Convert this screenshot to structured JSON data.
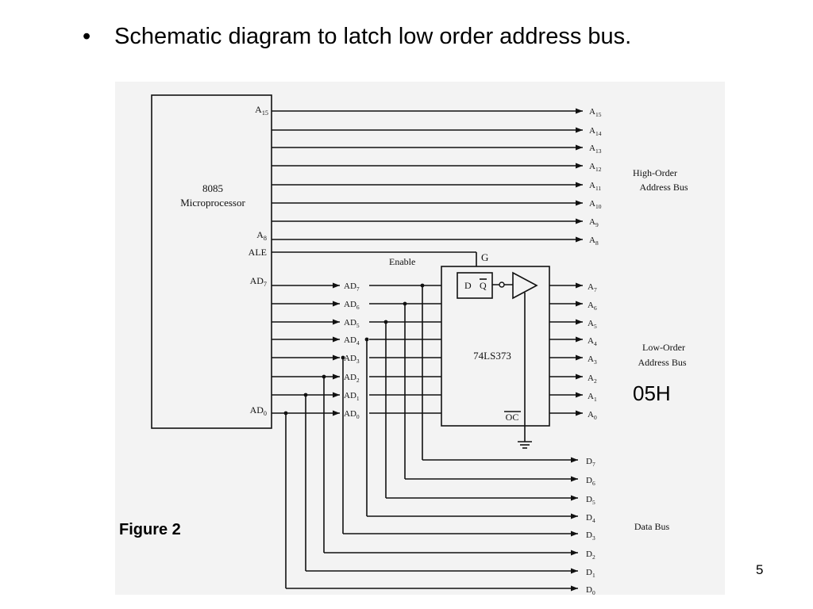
{
  "slide": {
    "bullet": "•",
    "title": "Schematic diagram to latch low order address bus.",
    "figure_label": "Figure 2",
    "note": "05H",
    "page_number": "5"
  },
  "schematic": {
    "cpu": {
      "line1": "8085",
      "line2": "Microprocessor"
    },
    "cpu_pins": [
      "A",
      "15",
      "A",
      "8",
      "ALE",
      "AD",
      "7",
      "AD",
      "0"
    ],
    "high_lines": [
      {
        "b": "A",
        "s": "15"
      },
      {
        "b": "A",
        "s": "14"
      },
      {
        "b": "A",
        "s": "13"
      },
      {
        "b": "A",
        "s": "12"
      },
      {
        "b": "A",
        "s": "11"
      },
      {
        "b": "A",
        "s": "10"
      },
      {
        "b": "A",
        "s": "9"
      },
      {
        "b": "A",
        "s": "8"
      }
    ],
    "ad_labels": [
      {
        "b": "AD",
        "s": "7"
      },
      {
        "b": "AD",
        "s": "6"
      },
      {
        "b": "AD",
        "s": "5"
      },
      {
        "b": "AD",
        "s": "4"
      },
      {
        "b": "AD",
        "s": "3"
      },
      {
        "b": "AD",
        "s": "2"
      },
      {
        "b": "AD",
        "s": "1"
      },
      {
        "b": "AD",
        "s": "0"
      }
    ],
    "low_outputs": [
      {
        "b": "A",
        "s": "7"
      },
      {
        "b": "A",
        "s": "6"
      },
      {
        "b": "A",
        "s": "5"
      },
      {
        "b": "A",
        "s": "4"
      },
      {
        "b": "A",
        "s": "3"
      },
      {
        "b": "A",
        "s": "2"
      },
      {
        "b": "A",
        "s": "1"
      },
      {
        "b": "A",
        "s": "0"
      }
    ],
    "data_lines": [
      {
        "b": "D",
        "s": "7"
      },
      {
        "b": "D",
        "s": "6"
      },
      {
        "b": "D",
        "s": "5"
      },
      {
        "b": "D",
        "s": "4"
      },
      {
        "b": "D",
        "s": "3"
      },
      {
        "b": "D",
        "s": "2"
      },
      {
        "b": "D",
        "s": "1"
      },
      {
        "b": "D",
        "s": "0"
      }
    ],
    "latch": {
      "name": "74LS373",
      "g": "G",
      "d": "D",
      "q": "Q",
      "oc": "OC",
      "enable": "Enable"
    },
    "bus_labels": {
      "high1": "High-Order",
      "high2": "Address Bus",
      "low1": "Low-Order",
      "low2": "Address Bus",
      "data": "Data Bus"
    }
  }
}
